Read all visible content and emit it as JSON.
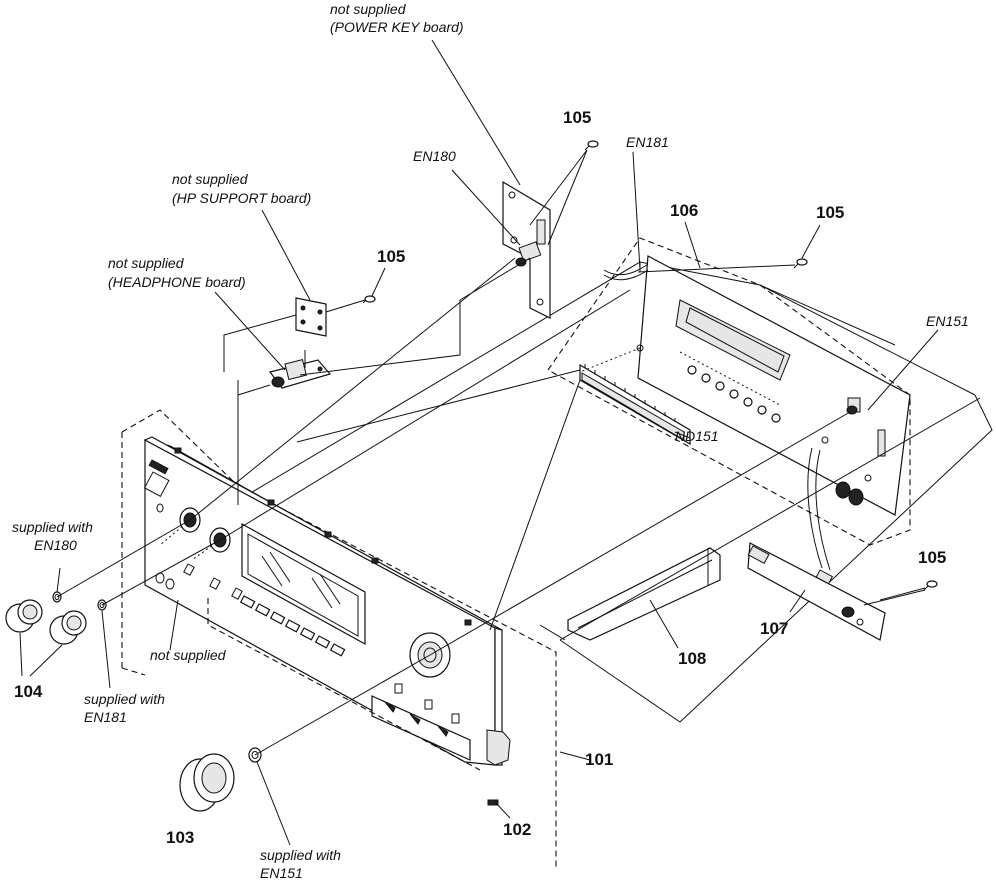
{
  "labels": {
    "p101": "101",
    "p102": "102",
    "p103": "103",
    "p104": "104",
    "p105_a": "105",
    "p105_b": "105",
    "p105_c": "105",
    "p105_d": "105",
    "p106": "106",
    "p107": "107",
    "p108": "108",
    "en180": "EN180",
    "en181": "EN181",
    "en151": "EN151",
    "nd151": "ND151"
  },
  "notes": {
    "power_key_1": "not supplied",
    "power_key_2": "(POWER KEY board)",
    "hp_support_1": "not supplied",
    "hp_support_2": "(HP SUPPORT board)",
    "headphone_1": "not supplied",
    "headphone_2": "(HEADPHONE board)",
    "sup180_1": "supplied with",
    "sup180_2": "EN180",
    "sup181_1": "supplied with",
    "sup181_2": "EN181",
    "sup151_1": "supplied with",
    "sup151_2": "EN151",
    "front_not_supplied": "not supplied"
  }
}
